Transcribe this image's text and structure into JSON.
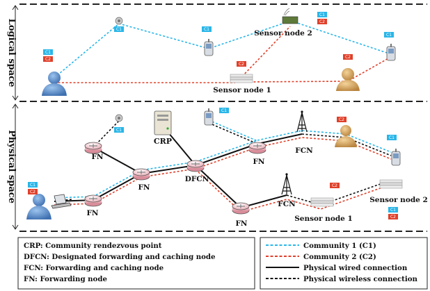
{
  "spaces": {
    "logical": "Logical space",
    "physical": "Physical space"
  },
  "nodes": {
    "fn": "FN",
    "dfcn": "DFCN",
    "fcn": "FCN",
    "crp": "CRP",
    "sensor1": "Sensor node 1",
    "sensor2": "Sensor node 2"
  },
  "tags": {
    "c1": "C1",
    "c2": "C2"
  },
  "legend_left": [
    "CRP: Community rendezvous point",
    "DFCN: Designated forwarding and caching node",
    "FCN: Forwarding and caching node",
    "FN: Forwarding node"
  ],
  "legend_right": [
    {
      "label": "Community 1 (C1)",
      "style": "cyan-dashed"
    },
    {
      "label": "Community 2 (C2)",
      "style": "red-dashed"
    },
    {
      "label": "Physical wired connection",
      "style": "black-solid"
    },
    {
      "label": "Physical wireless connection",
      "style": "black-dashed"
    }
  ],
  "colors": {
    "community1": "#29b6e8",
    "community2": "#e0402a",
    "wired": "#111111",
    "router": "#f3c9cf",
    "person_blue": "#4f86c6",
    "person_tan": "#d9a35a"
  }
}
